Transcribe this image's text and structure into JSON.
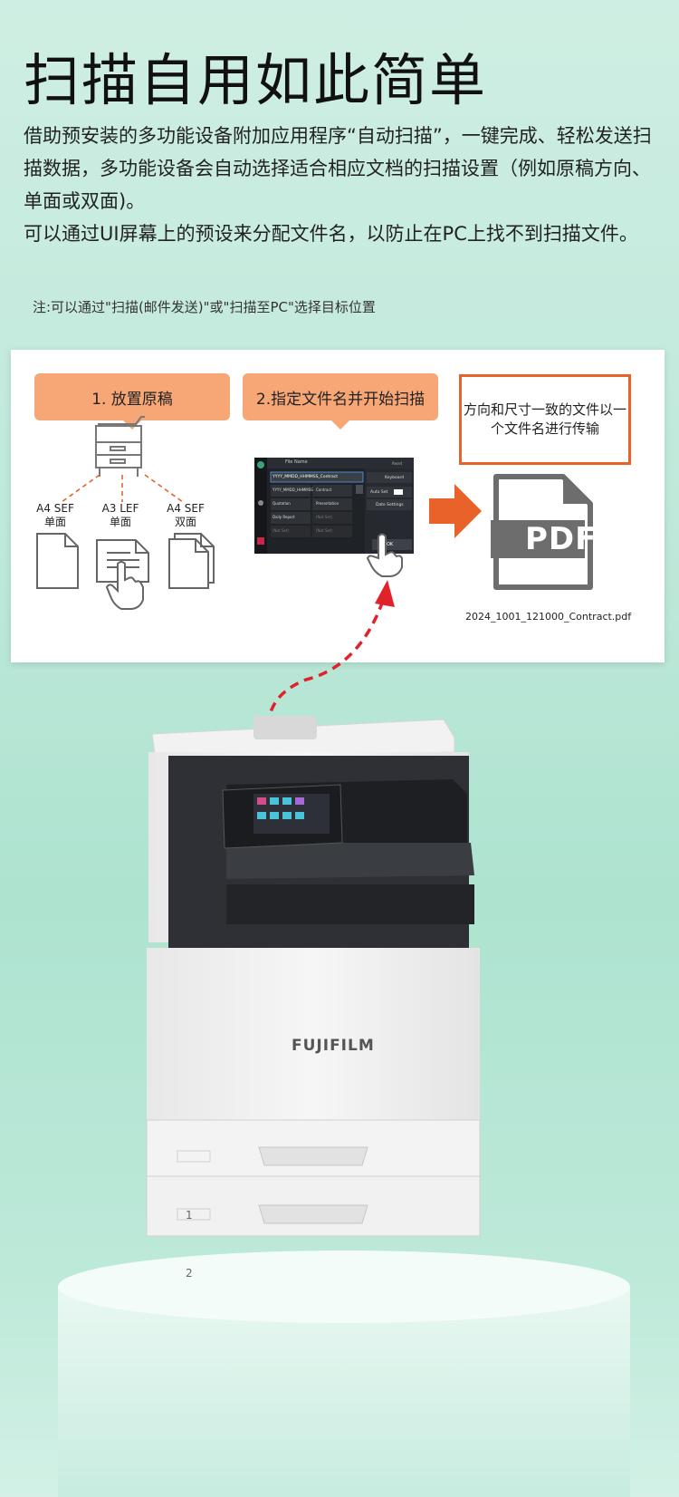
{
  "title": "扫描自用如此简单",
  "description": [
    "借助预安装的多功能设备附加应用程序“自动扫描”，一键完成、轻松发送扫描数据，多功能设备会自动选择适合相应文档的扫描设置（例如原稿方向、单面或双面)。",
    "可以通过UI屏幕上的预设来分配文件名，以防止在PC上找不到扫描文件。"
  ],
  "note": "注:可以通过\"扫描(邮件发送)\"或\"扫描至PC\"选择目标位置",
  "diagram": {
    "step1": "1. 放置原稿",
    "step2": "2.指定文件名并开始扫描",
    "outcome": "方向和尺寸一致的文件以一个文件名进行传输",
    "docs": [
      {
        "size": "A4 SEF",
        "side": "单面"
      },
      {
        "size": "A3 LEF",
        "side": "单面"
      },
      {
        "size": "A4 SEF",
        "side": "双面"
      }
    ],
    "pdf_label": "PDF",
    "filename": "2024_1001_121000_Contract.pdf",
    "screen": {
      "header": "File Name",
      "reset": "Reset",
      "input_value": "YYYY_MMDD_HHMMSS_Contract",
      "keyboard": "Keyboard",
      "auto_set": "Auto Set",
      "date_settings": "Date Settings",
      "option_date": "YYYY_MMDD_HHMMSS",
      "option_contract": "Contract",
      "option_quotation": "Quotation",
      "option_presentation": "Presentation",
      "option_daily": "Daily Report",
      "option_notset": "(Not Set)",
      "ok": "OK"
    }
  },
  "printer": {
    "brand": "FUJIFILM",
    "tray1": "1",
    "tray2": "2"
  },
  "colors": {
    "accent": "#e8622a",
    "step_fill": "#f7a676",
    "dashed_arrow": "#e0232b"
  }
}
